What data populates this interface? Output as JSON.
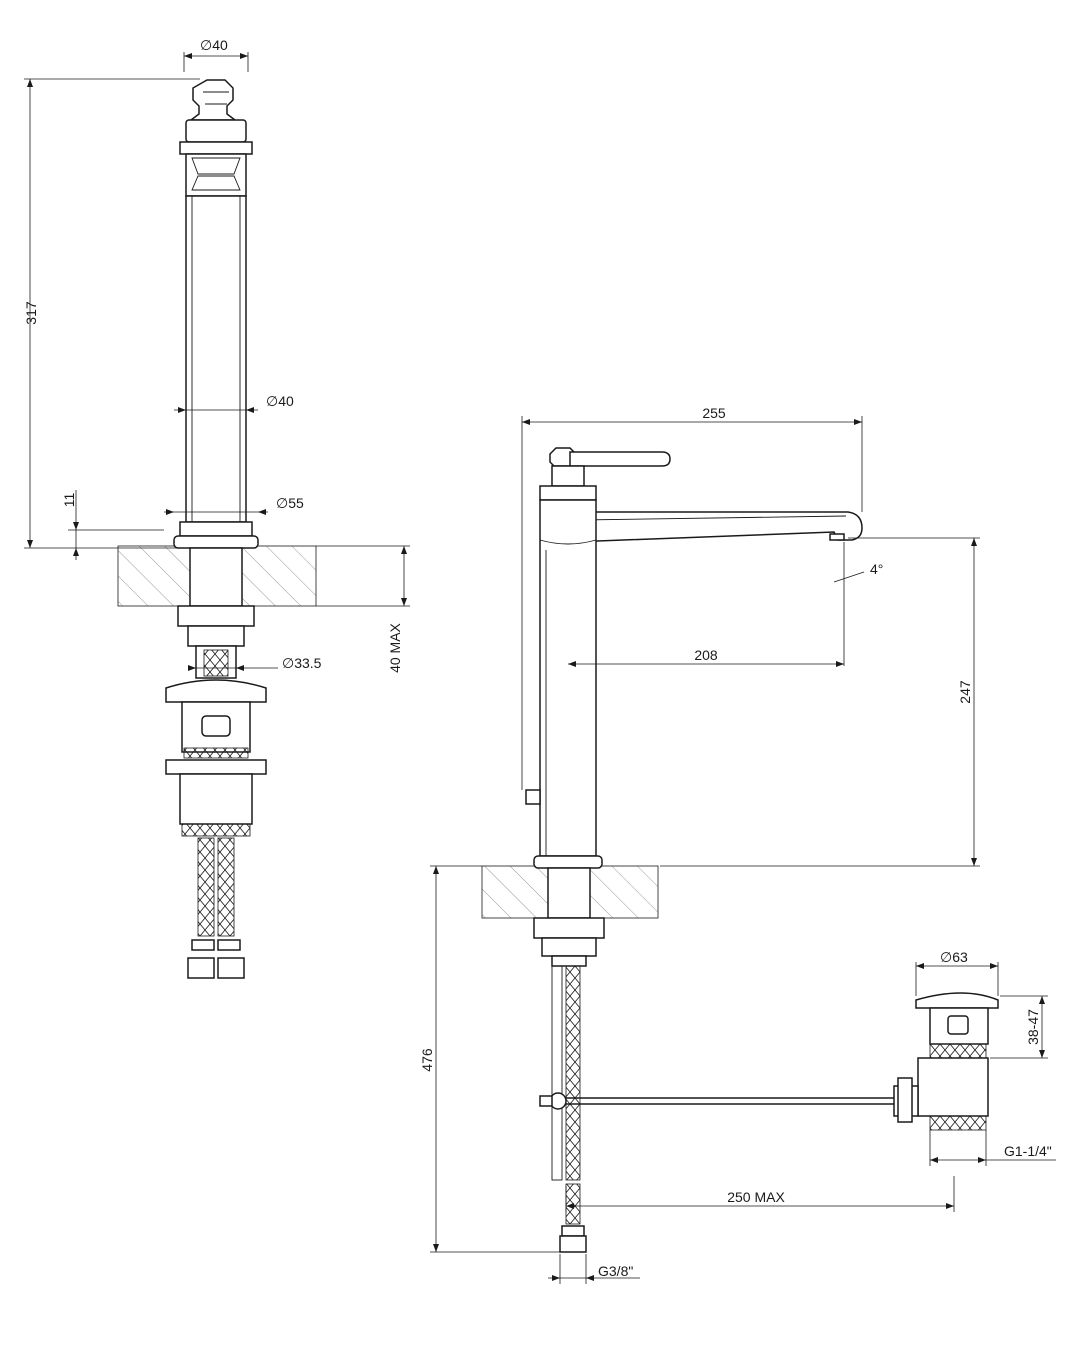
{
  "dimensions": {
    "top_diameter": "40",
    "overall_height": "317",
    "body_diameter": "40",
    "base_offset": "11",
    "base_diameter": "55",
    "deck_thickness": "40 MAX",
    "shank_diameter": "33.5",
    "spout_width": "255",
    "spout_angle": "4°",
    "spout_reach": "208",
    "spout_height": "247",
    "below_deck": "476",
    "drain_diameter": "63",
    "drain_height": "38-47",
    "drain_thread": "G1-1/4\"",
    "rod_length": "250 MAX",
    "supply_thread": "G3/8\""
  },
  "symbols": {
    "diameter": "∅"
  }
}
